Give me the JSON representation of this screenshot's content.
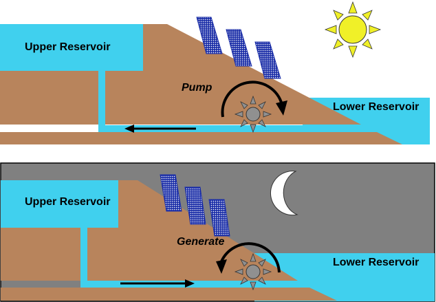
{
  "colors": {
    "water": "#40d0ee",
    "ground": "#b8845c",
    "night_sky": "#808080",
    "day_sky": "#ffffff",
    "sun": "#f0f028",
    "panel": "#1c2fa8",
    "turbine": "#909090"
  },
  "day_panel": {
    "upper_label": "Upper Reservoir",
    "lower_label": "Lower Reservoir",
    "mode_label": "Pump",
    "celestial_icon": "sun-icon",
    "rotation": "clockwise",
    "flow_direction": "toward upper reservoir"
  },
  "night_panel": {
    "upper_label": "Upper Reservoir",
    "lower_label": "Lower Reservoir",
    "mode_label": "Generate",
    "celestial_icon": "moon-icon",
    "rotation": "counter-clockwise",
    "flow_direction": "toward lower reservoir"
  }
}
